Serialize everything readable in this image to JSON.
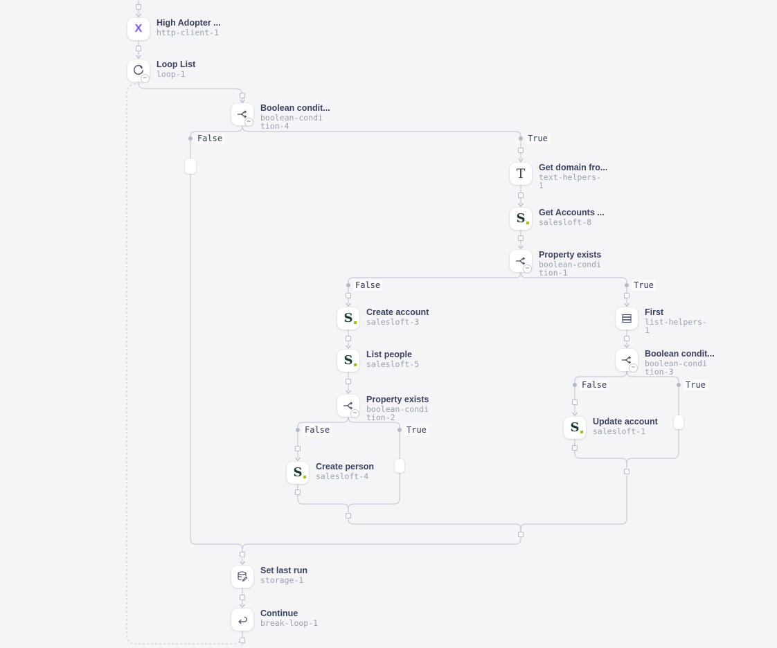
{
  "ui": {
    "collapse_glyph": "−"
  },
  "colors": {
    "background": "#f5f5f7",
    "wire": "#c7cad7",
    "title_text": "#3b4160",
    "subtitle_text": "#9aa1b2",
    "http_client_purple": "#7a5cf5",
    "salesloft_green": "#1b3a2d",
    "salesloft_dot": "#a6c313"
  },
  "nodes": [
    {
      "title": "High Adopter ...",
      "subtitle": "http-client-1"
    },
    {
      "title": "Loop List",
      "subtitle": "loop-1"
    },
    {
      "title": "Boolean condit...",
      "subtitle": "boolean-condi\ntion-4"
    },
    {
      "title": "Get domain fro...",
      "subtitle": "text-helpers-\n1"
    },
    {
      "title": "Get Accounts ...",
      "subtitle": "salesloft-8"
    },
    {
      "title": "Property exists",
      "subtitle": "boolean-condi\ntion-1"
    },
    {
      "title": "Create account",
      "subtitle": "salesloft-3"
    },
    {
      "title": "List people",
      "subtitle": "salesloft-5"
    },
    {
      "title": "Property exists",
      "subtitle": "boolean-condi\ntion-2"
    },
    {
      "title": "Create person",
      "subtitle": "salesloft-4"
    },
    {
      "title": "First",
      "subtitle": "list-helpers-\n1"
    },
    {
      "title": "Boolean condit...",
      "subtitle": "boolean-condi\ntion-3"
    },
    {
      "title": "Update account",
      "subtitle": "salesloft-1"
    },
    {
      "title": "Set last run",
      "subtitle": "storage-1"
    },
    {
      "title": "Continue",
      "subtitle": "break-loop-1"
    }
  ],
  "branches": [
    {
      "label": "False"
    },
    {
      "label": "True"
    },
    {
      "label": "False"
    },
    {
      "label": "True"
    },
    {
      "label": "False"
    },
    {
      "label": "True"
    },
    {
      "label": "False"
    },
    {
      "label": "True"
    }
  ]
}
